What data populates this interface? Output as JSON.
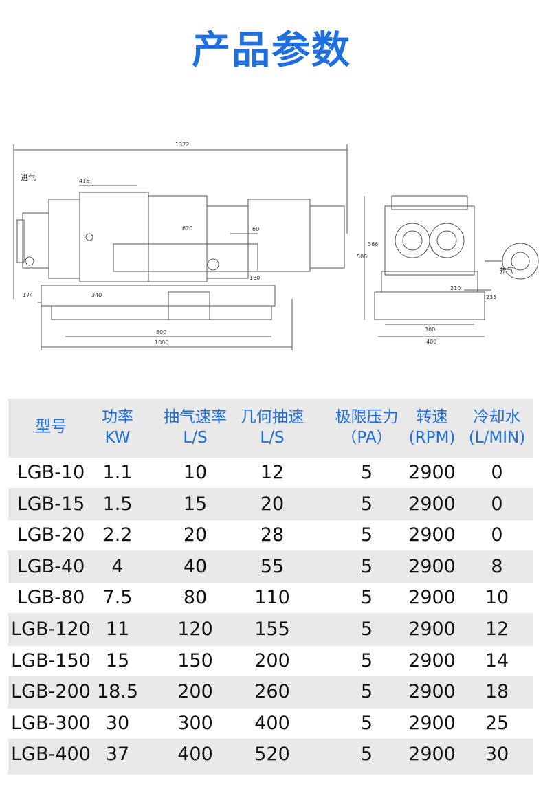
{
  "title": "产品参数",
  "drawing": {
    "labels": {
      "total_length": "1372",
      "inlet": "进气",
      "d416": "416",
      "d620": "620",
      "d60": "60",
      "d160": "160",
      "d174": "174",
      "d340": "340",
      "d800": "800",
      "d1000": "1000",
      "d366": "366",
      "d506": "506",
      "d210": "210",
      "d235": "235",
      "d360": "360",
      "d400": "400",
      "exhaust": "排气"
    }
  },
  "table": {
    "headers": [
      {
        "line1": "型号",
        "line2": ""
      },
      {
        "line1": "功率",
        "line2": "KW"
      },
      {
        "line1": "抽气速率",
        "line2": "L/S"
      },
      {
        "line1": "几何抽速",
        "line2": "L/S"
      },
      {
        "line1": "极限压力",
        "line2": "（PA）"
      },
      {
        "line1": "转速",
        "line2": "(RPM)"
      },
      {
        "line1": "冷却水",
        "line2": "(L/MIN)"
      }
    ],
    "rows": [
      [
        "LGB-10",
        "1.1",
        "10",
        "12",
        "5",
        "2900",
        "0"
      ],
      [
        "LGB-15",
        "1.5",
        "15",
        "20",
        "5",
        "2900",
        "0"
      ],
      [
        "LGB-20",
        "2.2",
        "20",
        "28",
        "5",
        "2900",
        "0"
      ],
      [
        "LGB-40",
        "4",
        "40",
        "55",
        "5",
        "2900",
        "8"
      ],
      [
        "LGB-80",
        "7.5",
        "80",
        "110",
        "5",
        "2900",
        "10"
      ],
      [
        "LGB-120",
        "11",
        "120",
        "155",
        "5",
        "2900",
        "12"
      ],
      [
        "LGB-150",
        "15",
        "150",
        "200",
        "5",
        "2900",
        "14"
      ],
      [
        "LGB-200",
        "18.5",
        "200",
        "260",
        "5",
        "2900",
        "18"
      ],
      [
        "LGB-300",
        "30",
        "300",
        "400",
        "5",
        "2900",
        "25"
      ],
      [
        "LGB-400",
        "37",
        "400",
        "520",
        "5",
        "2900",
        "30"
      ]
    ]
  }
}
